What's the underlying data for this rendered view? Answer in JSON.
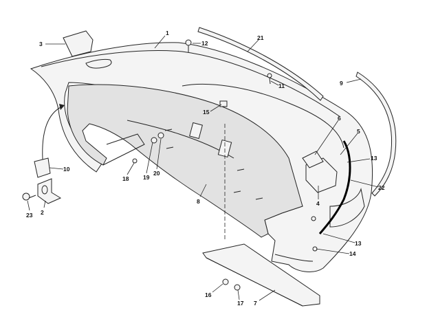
{
  "diagram": {
    "title": "Rear bumper exploded view",
    "callouts": {
      "c1": "1",
      "c2": "2",
      "c3": "3",
      "c4": "4",
      "c5": "5",
      "c6": "6",
      "c7": "7",
      "c8": "8",
      "c9": "9",
      "c10": "10",
      "c11": "11",
      "c12": "12",
      "c13a": "13",
      "c13b": "13",
      "c14": "14",
      "c15": "15",
      "c16": "16",
      "c17": "17",
      "c18": "18",
      "c19": "19",
      "c20": "20",
      "c21": "21",
      "c22": "22",
      "c23": "23"
    }
  }
}
